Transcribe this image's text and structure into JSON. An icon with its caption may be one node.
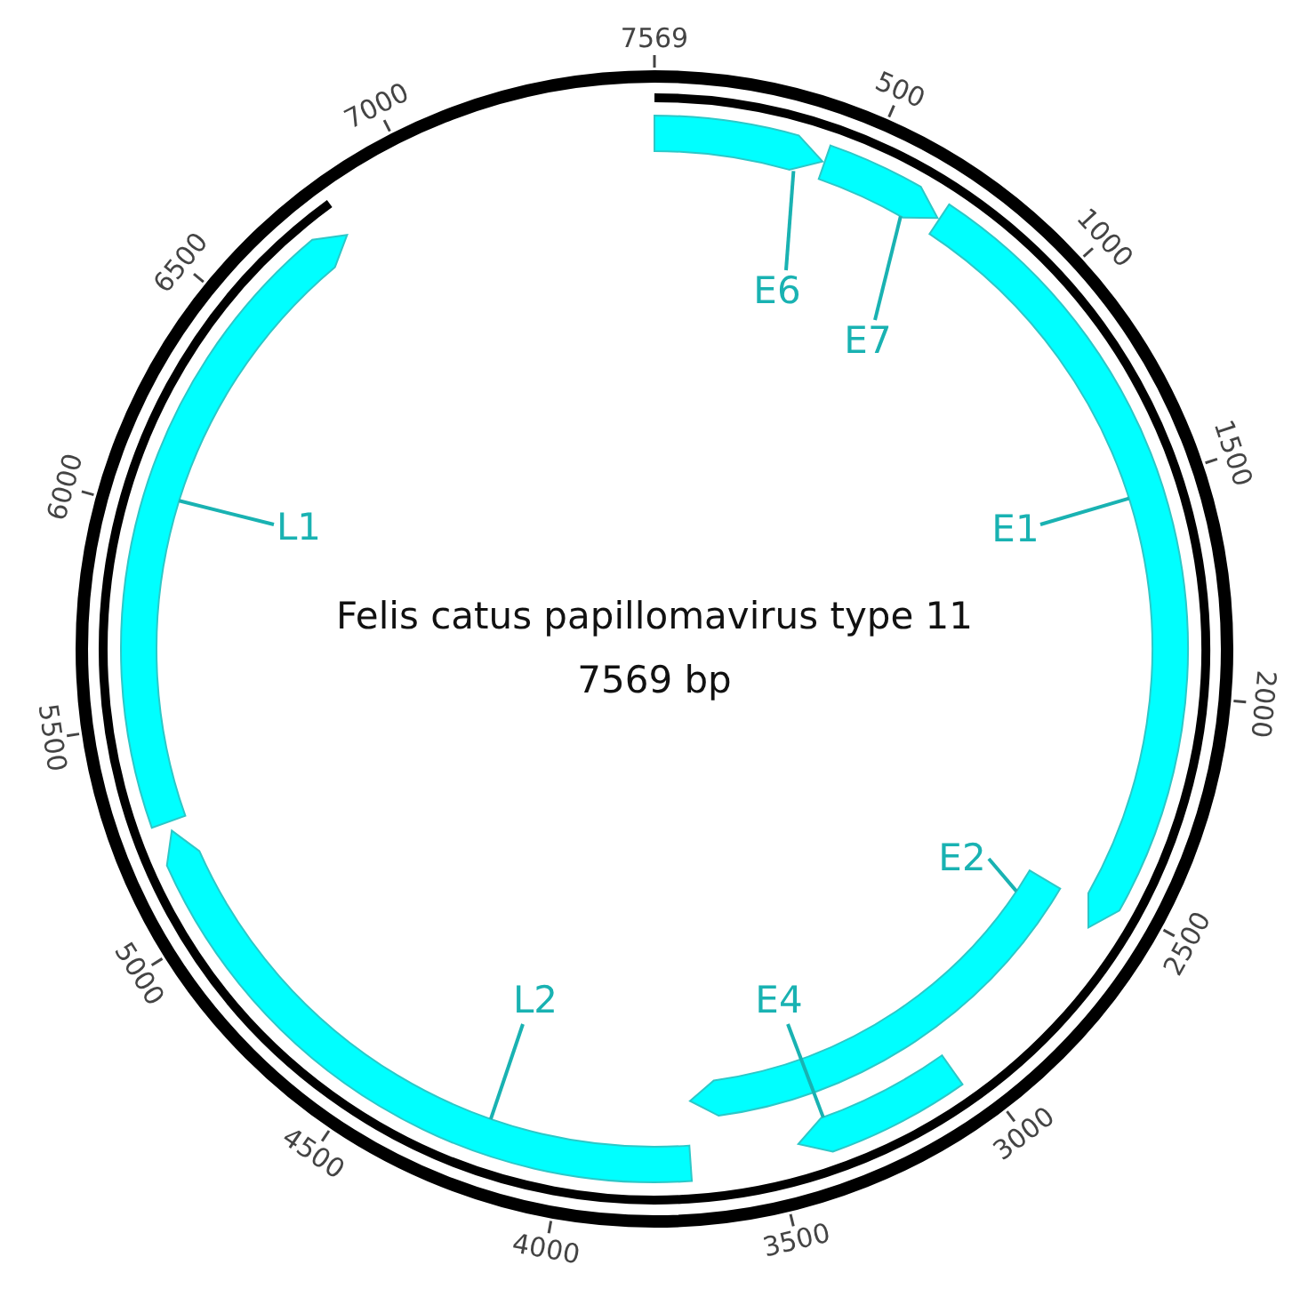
{
  "diagram": {
    "title": "Felis catus papillomavirus type 11",
    "nodes": [
      {
        "text": [
          "E6"
        ]
      },
      {
        "text": [],
        "shape": "bar"
      },
      {
        "text": [
          "E7"
        ]
      },
      {
        "text": [],
        "shape": "bar"
      },
      {
        "text": [
          "E1"
        ]
      },
      {
        "text": [],
        "shape": "bar"
      },
      {
        "text": [
          "L1"
        ]
      },
      {
        "text": [],
        "shape": "bar"
      },
      {
        "text": [
          "E2"
        ]
      },
      {
        "text": [],
        "shape": "bar"
      },
      {
        "text": [
          "L2"
        ]
      },
      {
        "text": [],
        "shape": "bar"
      },
      {
        "text": [
          "E4"
        ]
      },
      {
        "text": [],
        "shape": "bar"
      }
    ],
    "edges": [
      {
        "from": 0,
        "to": 1,
        "arrow": "none"
      },
      {
        "from": 2,
        "to": 3,
        "arrow": "none"
      },
      {
        "from": 4,
        "to": 5,
        "arrow": "none"
      },
      {
        "from": 6,
        "to": 7,
        "arrow": "none"
      },
      {
        "from": 8,
        "to": 9,
        "arrow": "none"
      },
      {
        "from": 10,
        "to": 11,
        "arrow": "none"
      },
      {
        "from": 12,
        "to": 13,
        "arrow": "none"
      }
    ],
    "labels": [
      "7569 bp",
      "7569",
      "500",
      "1000",
      "1500",
      "2000",
      "2500",
      "3000",
      "3500",
      "4000",
      "4500",
      "5000",
      "5500",
      "6000",
      "6500",
      "7000"
    ]
  }
}
